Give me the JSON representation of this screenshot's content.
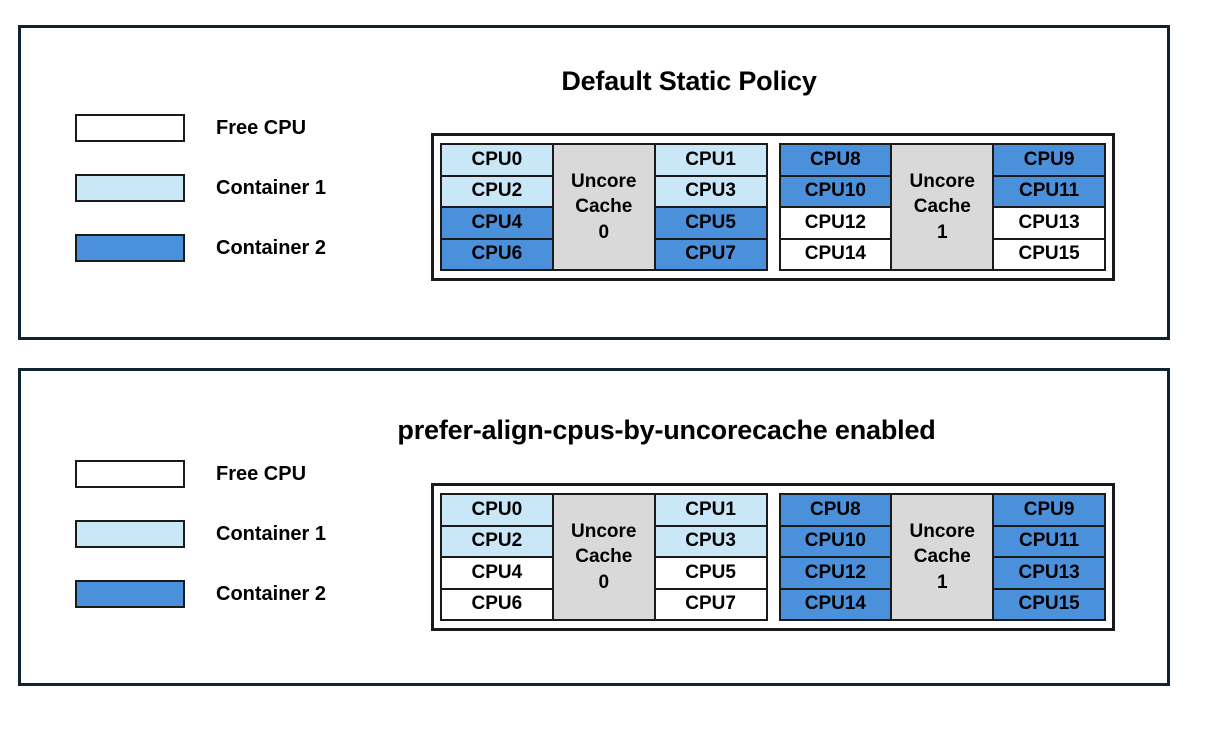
{
  "colors": {
    "free_cpu": "#ffffff",
    "container_1": "#c9e7f7",
    "container_2": "#4a90db",
    "uncore_cache": "#d9d9d9",
    "panel_border": "#0e2433",
    "cell_border": "#1a1a1a"
  },
  "panels": [
    {
      "id": "default-static-policy",
      "title": "Default Static Policy",
      "legend": [
        {
          "label": "Free CPU",
          "fill": "free"
        },
        {
          "label": "Container 1",
          "fill": "c1"
        },
        {
          "label": "Container 2",
          "fill": "c2"
        }
      ],
      "cache_groups": [
        {
          "cache_label_line1": "Uncore",
          "cache_label_line2": "Cache",
          "cache_label_line3": "0",
          "left_column": [
            {
              "label": "CPU0",
              "fill": "c1"
            },
            {
              "label": "CPU2",
              "fill": "c1"
            },
            {
              "label": "CPU4",
              "fill": "c2"
            },
            {
              "label": "CPU6",
              "fill": "c2"
            }
          ],
          "right_column": [
            {
              "label": "CPU1",
              "fill": "c1"
            },
            {
              "label": "CPU3",
              "fill": "c1"
            },
            {
              "label": "CPU5",
              "fill": "c2"
            },
            {
              "label": "CPU7",
              "fill": "c2"
            }
          ]
        },
        {
          "cache_label_line1": "Uncore",
          "cache_label_line2": "Cache",
          "cache_label_line3": "1",
          "left_column": [
            {
              "label": "CPU8",
              "fill": "c2"
            },
            {
              "label": "CPU10",
              "fill": "c2"
            },
            {
              "label": "CPU12",
              "fill": "free"
            },
            {
              "label": "CPU14",
              "fill": "free"
            }
          ],
          "right_column": [
            {
              "label": "CPU9",
              "fill": "c2"
            },
            {
              "label": "CPU11",
              "fill": "c2"
            },
            {
              "label": "CPU13",
              "fill": "free"
            },
            {
              "label": "CPU15",
              "fill": "free"
            }
          ]
        }
      ]
    },
    {
      "id": "prefer-align-cpus-by-uncorecache-enabled",
      "title": "prefer-align-cpus-by-uncorecache enabled",
      "legend": [
        {
          "label": "Free CPU",
          "fill": "free"
        },
        {
          "label": "Container 1",
          "fill": "c1"
        },
        {
          "label": "Container 2",
          "fill": "c2"
        }
      ],
      "cache_groups": [
        {
          "cache_label_line1": "Uncore",
          "cache_label_line2": "Cache",
          "cache_label_line3": "0",
          "left_column": [
            {
              "label": "CPU0",
              "fill": "c1"
            },
            {
              "label": "CPU2",
              "fill": "c1"
            },
            {
              "label": "CPU4",
              "fill": "free"
            },
            {
              "label": "CPU6",
              "fill": "free"
            }
          ],
          "right_column": [
            {
              "label": "CPU1",
              "fill": "c1"
            },
            {
              "label": "CPU3",
              "fill": "c1"
            },
            {
              "label": "CPU5",
              "fill": "free"
            },
            {
              "label": "CPU7",
              "fill": "free"
            }
          ]
        },
        {
          "cache_label_line1": "Uncore",
          "cache_label_line2": "Cache",
          "cache_label_line3": "1",
          "left_column": [
            {
              "label": "CPU8",
              "fill": "c2"
            },
            {
              "label": "CPU10",
              "fill": "c2"
            },
            {
              "label": "CPU12",
              "fill": "c2"
            },
            {
              "label": "CPU14",
              "fill": "c2"
            }
          ],
          "right_column": [
            {
              "label": "CPU9",
              "fill": "c2"
            },
            {
              "label": "CPU11",
              "fill": "c2"
            },
            {
              "label": "CPU13",
              "fill": "c2"
            },
            {
              "label": "CPU15",
              "fill": "c2"
            }
          ]
        }
      ]
    }
  ]
}
